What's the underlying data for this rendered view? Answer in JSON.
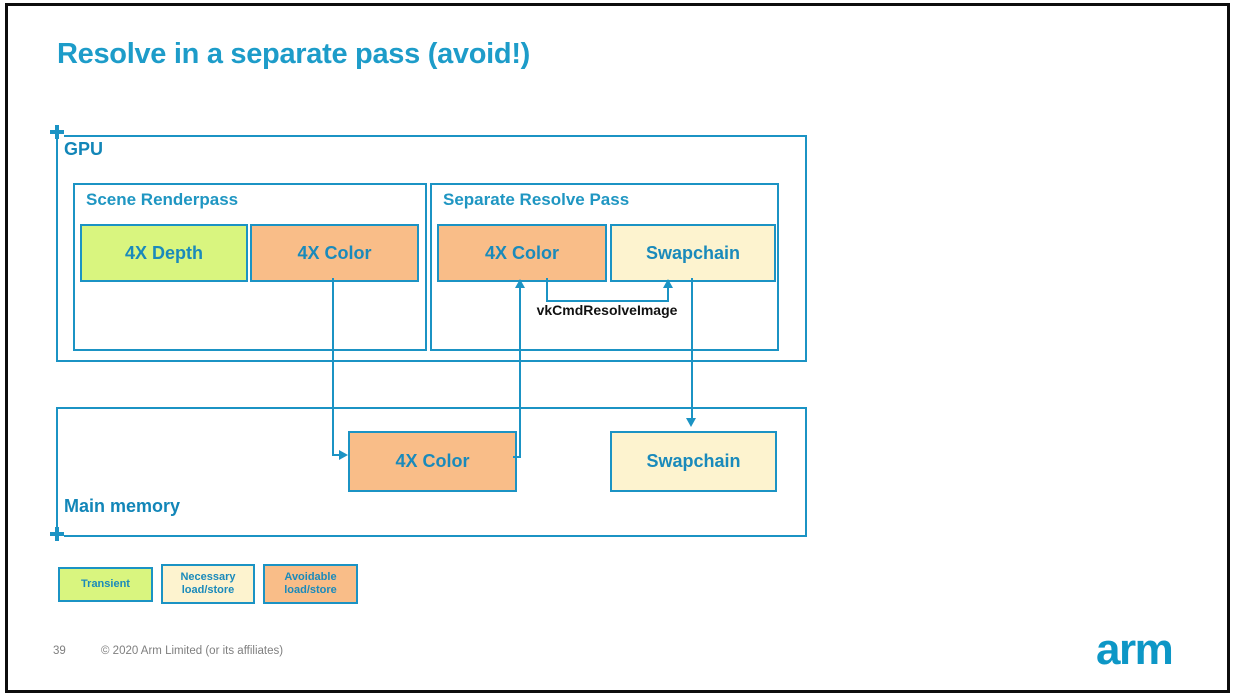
{
  "slide": {
    "title": "Resolve in a separate pass (avoid!)",
    "page_number": "39",
    "copyright": "© 2020 Arm Limited (or its affiliates)",
    "logo_text": "arm"
  },
  "colors": {
    "accent_teal": "#1b93c4",
    "title_teal": "#1d9cc9",
    "transient_green": "#d9f57f",
    "necessary_cream": "#fdf3cf",
    "avoidable_orange": "#f9bd88",
    "label_teal": "#1a8abb",
    "footer_gray": "#7f7f7f",
    "resolve_call_black": "#111111"
  },
  "diagram": {
    "gpu": {
      "label": "GPU",
      "scene_renderpass": {
        "label": "Scene Renderpass",
        "boxes": [
          {
            "label": "4X Depth",
            "type": "transient"
          },
          {
            "label": "4X Color",
            "type": "avoidable"
          }
        ]
      },
      "separate_resolve_pass": {
        "label": "Separate Resolve Pass",
        "boxes": [
          {
            "label": "4X Color",
            "type": "avoidable"
          },
          {
            "label": "Swapchain",
            "type": "necessary"
          }
        ]
      },
      "resolve_call": "vkCmdResolveImage"
    },
    "main_memory": {
      "label": "Main memory",
      "boxes": [
        {
          "label": "4X Color",
          "type": "avoidable"
        },
        {
          "label": "Swapchain",
          "type": "necessary"
        }
      ]
    }
  },
  "legend": {
    "items": [
      {
        "label": "Transient",
        "type": "transient"
      },
      {
        "label": "Necessary load/store",
        "type": "necessary"
      },
      {
        "label": "Avoidable load/store",
        "type": "avoidable"
      }
    ]
  }
}
